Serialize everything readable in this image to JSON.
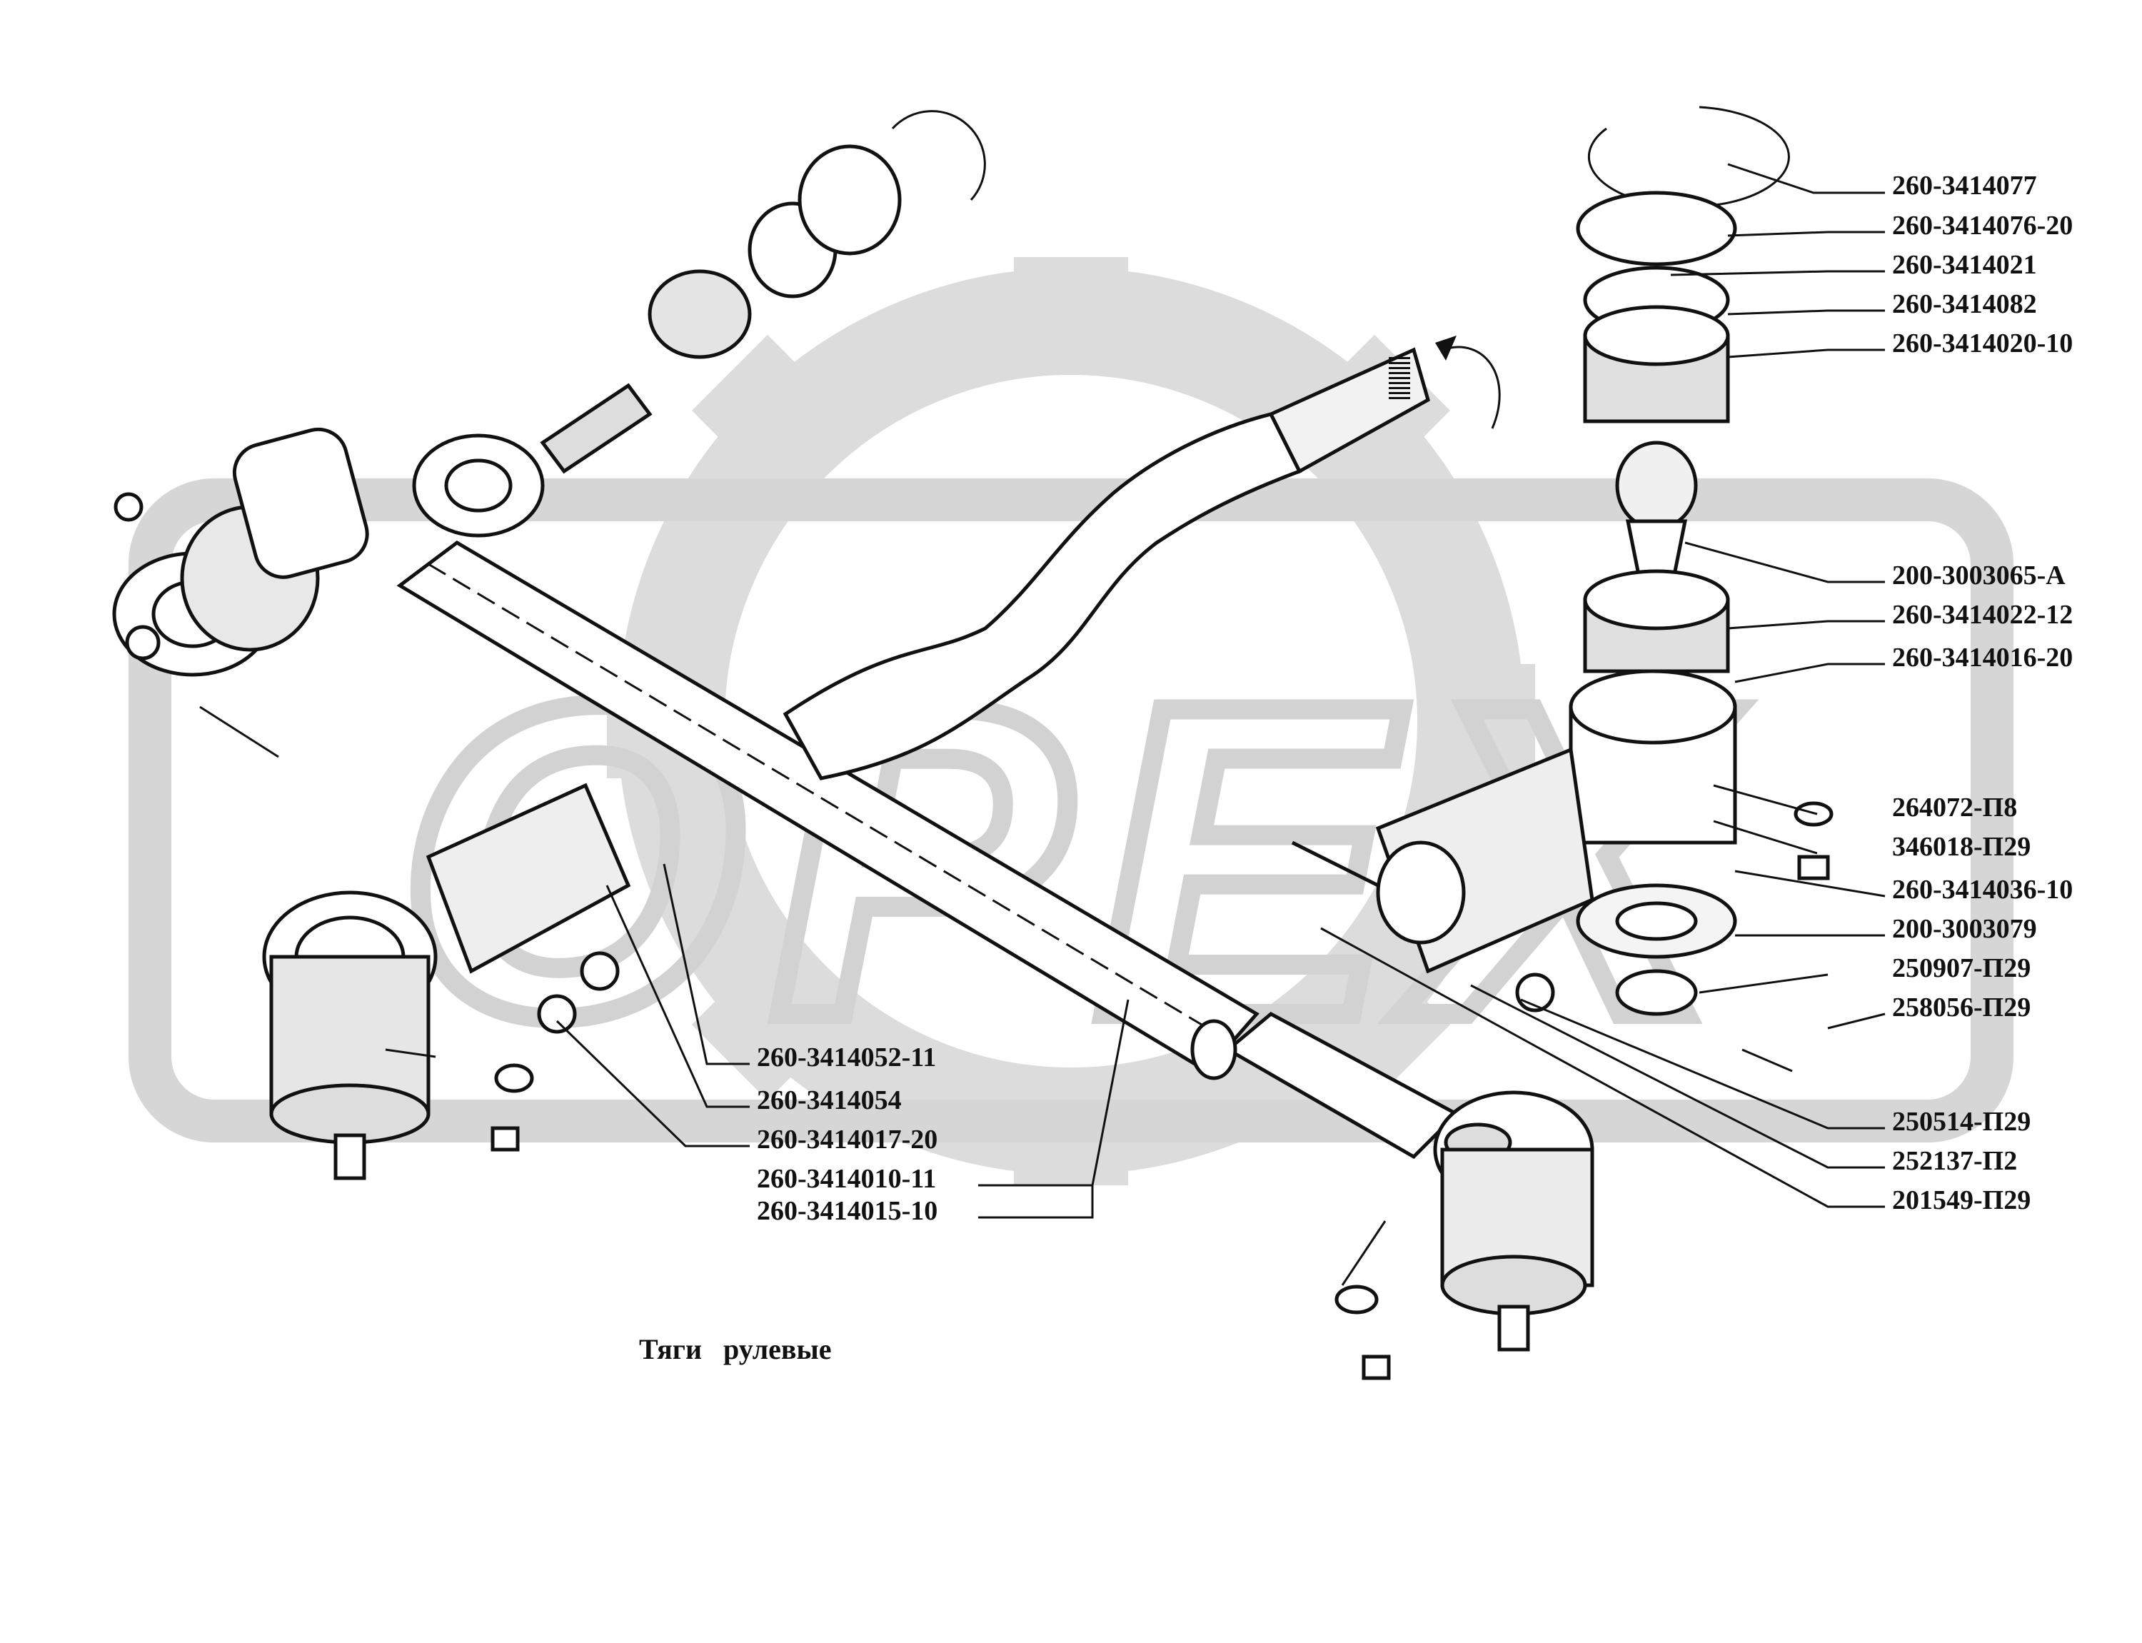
{
  "caption": "Тяги   рулевые",
  "watermark": "OPEX",
  "labels": {
    "l01": "260-3414077",
    "l02": "260-3414076-20",
    "l03": "260-3414021",
    "l04": "260-3414082",
    "l05": "260-3414020-10",
    "l06": "200-3003065-А",
    "l07": "260-3414022-12",
    "l08": "260-3414016-20",
    "l09": "264072-П8",
    "l10": "346018-П29",
    "l11": "260-3414036-10",
    "l12": "200-3003079",
    "l13": "250907-П29",
    "l14": "258056-П29",
    "l15": "250514-П29",
    "l16": "252137-П2",
    "l17": "201549-П29",
    "l18": "260-3414052-11",
    "l19": "260-3414054",
    "l20": "260-3414017-20",
    "l21": "260-3414010-11",
    "l22": "260-3414015-10"
  }
}
